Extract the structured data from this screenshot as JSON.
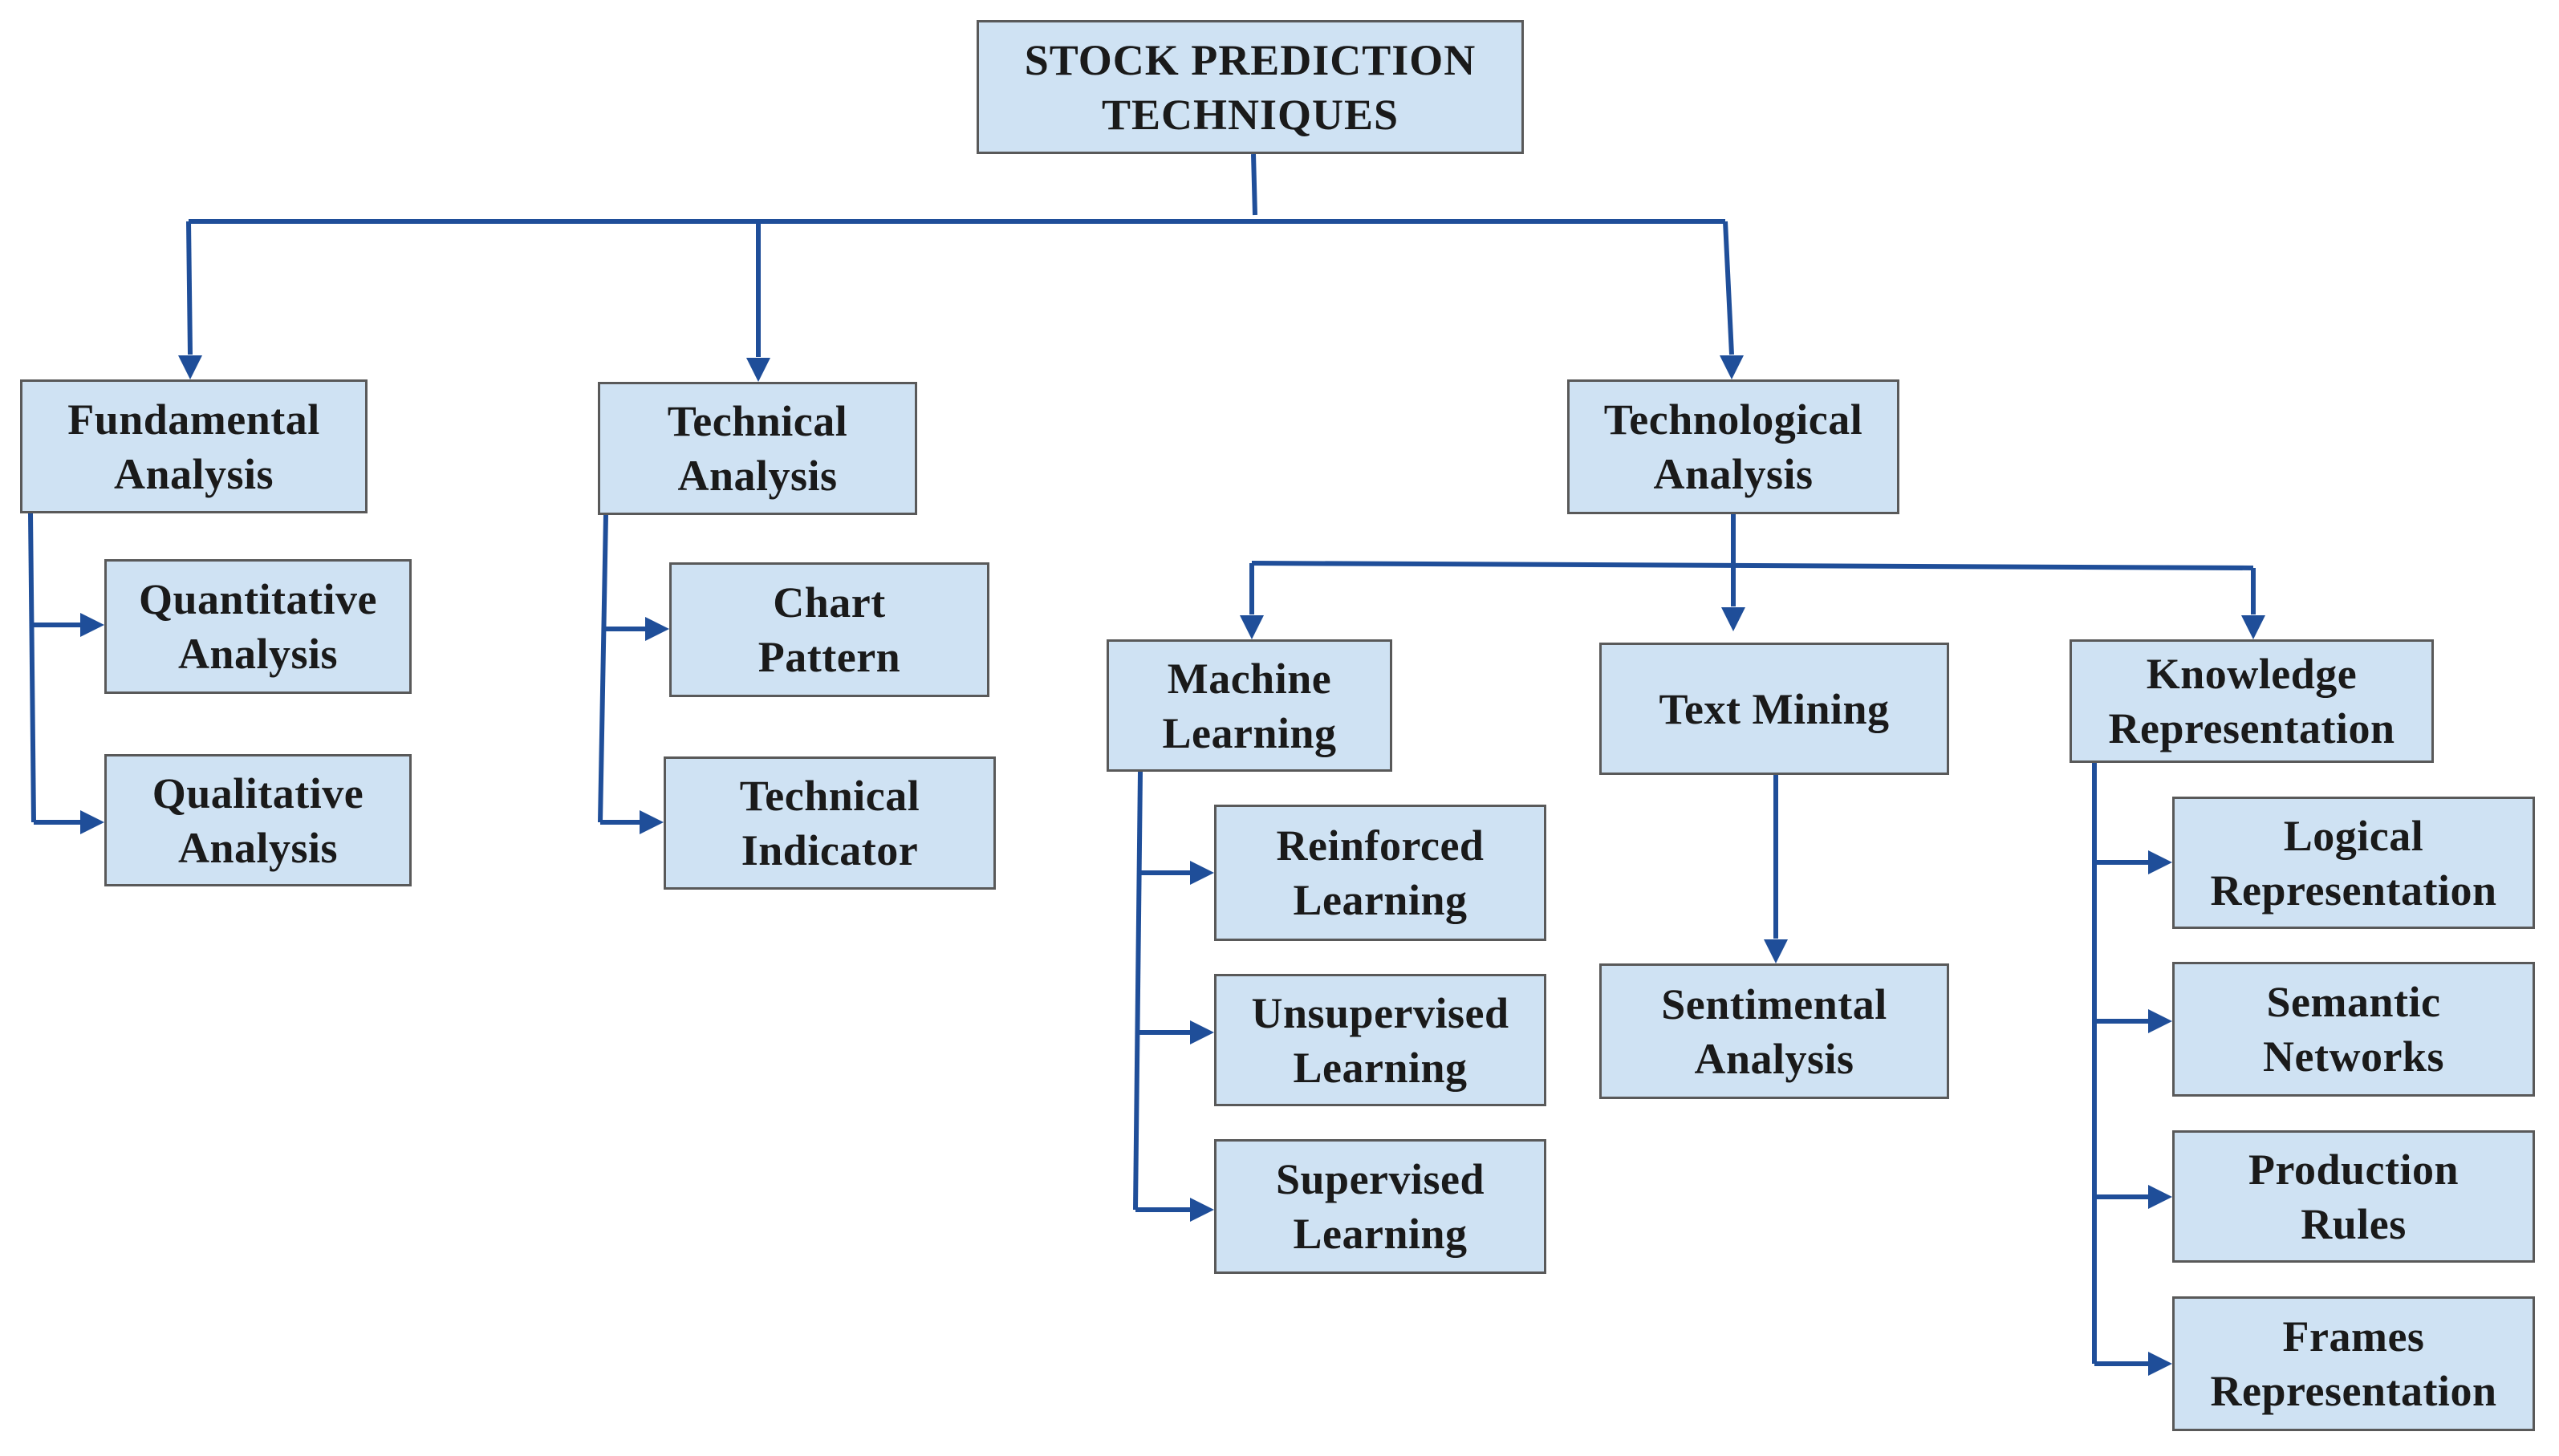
{
  "diagram": {
    "colors": {
      "box_fill": "#cfe2f3",
      "box_border": "#595959",
      "connector": "#1f4e99",
      "text": "#1a1a1a"
    },
    "nodes": {
      "root": "STOCK PREDICTION\nTECHNIQUES",
      "fundamental": "Fundamental\nAnalysis",
      "technical": "Technical\nAnalysis",
      "technological": "Technological\nAnalysis",
      "quantitative": "Quantitative\nAnalysis",
      "qualitative": "Qualitative\nAnalysis",
      "chart_pattern": "Chart\nPattern",
      "technical_indicator": "Technical\nIndicator",
      "machine_learning": "Machine\nLearning",
      "text_mining": "Text Mining",
      "knowledge_representation": "Knowledge\nRepresentation",
      "reinforced_learning": "Reinforced\nLearning",
      "unsupervised_learning": "Unsupervised\nLearning",
      "supervised_learning": "Supervised\nLearning",
      "sentimental_analysis": "Sentimental\nAnalysis",
      "logical_representation": "Logical\nRepresentation",
      "semantic_networks": "Semantic\nNetworks",
      "production_rules": "Production\nRules",
      "frames_representation": "Frames\nRepresentation"
    },
    "edges": [
      [
        "root",
        "fundamental"
      ],
      [
        "root",
        "technical"
      ],
      [
        "root",
        "technological"
      ],
      [
        "fundamental",
        "quantitative"
      ],
      [
        "fundamental",
        "qualitative"
      ],
      [
        "technical",
        "chart_pattern"
      ],
      [
        "technical",
        "technical_indicator"
      ],
      [
        "technological",
        "machine_learning"
      ],
      [
        "technological",
        "text_mining"
      ],
      [
        "technological",
        "knowledge_representation"
      ],
      [
        "machine_learning",
        "reinforced_learning"
      ],
      [
        "machine_learning",
        "unsupervised_learning"
      ],
      [
        "machine_learning",
        "supervised_learning"
      ],
      [
        "text_mining",
        "sentimental_analysis"
      ],
      [
        "knowledge_representation",
        "logical_representation"
      ],
      [
        "knowledge_representation",
        "semantic_networks"
      ],
      [
        "knowledge_representation",
        "production_rules"
      ],
      [
        "knowledge_representation",
        "frames_representation"
      ]
    ]
  }
}
